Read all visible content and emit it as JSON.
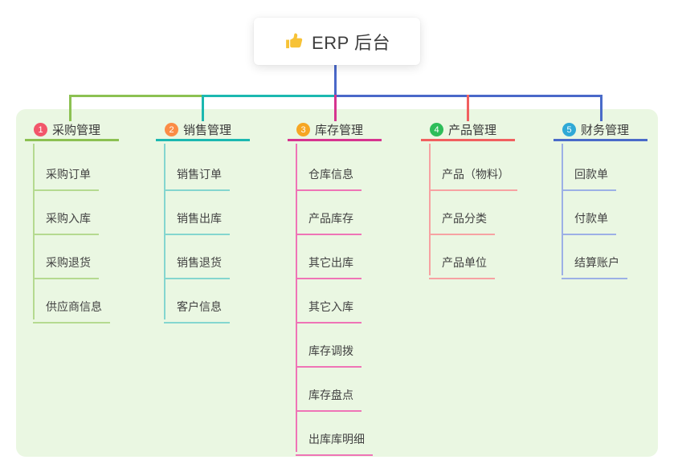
{
  "root": {
    "icon": "thumbs-up-icon",
    "title": "ERP 后台"
  },
  "branches": [
    {
      "badge": "1",
      "title": "采购管理",
      "badge_color": "#f2566a",
      "line_color": "#8cc152",
      "child_line_color": "#b5da90",
      "children": [
        "采购订单",
        "采购入库",
        "采购退货",
        "供应商信息"
      ]
    },
    {
      "badge": "2",
      "title": "销售管理",
      "badge_color": "#fb8c46",
      "line_color": "#1cb8b0",
      "child_line_color": "#84d6cf",
      "children": [
        "销售订单",
        "销售出库",
        "销售退货",
        "客户信息"
      ]
    },
    {
      "badge": "3",
      "title": "库存管理",
      "badge_color": "#f6a623",
      "line_color": "#d6348f",
      "child_line_color": "#ef74b6",
      "children": [
        "仓库信息",
        "产品库存",
        "其它出库",
        "其它入库",
        "库存调拨",
        "库存盘点",
        "出库库明细"
      ]
    },
    {
      "badge": "4",
      "title": "产品管理",
      "badge_color": "#2ebd59",
      "line_color": "#f15f5f",
      "child_line_color": "#f7a2a2",
      "children": [
        "产品（物料）",
        "产品分类",
        "产品单位"
      ]
    },
    {
      "badge": "5",
      "title": "财务管理",
      "badge_color": "#2fa9d6",
      "line_color": "#4a6bc9",
      "child_line_color": "#9cb0e6",
      "children": [
        "回款单",
        "付款单",
        "结算账户"
      ]
    }
  ],
  "connector_color": "#4a68c9",
  "panel_color": "#eaf7e2"
}
